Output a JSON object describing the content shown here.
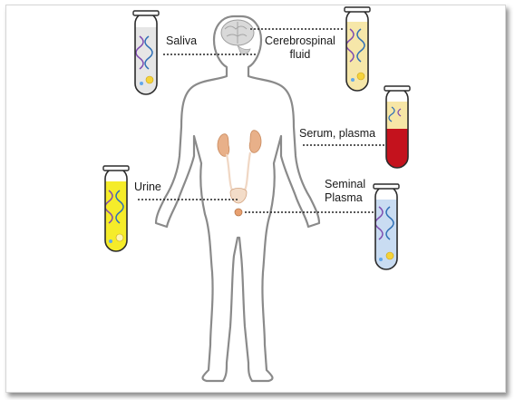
{
  "labels": {
    "saliva": "Saliva",
    "csf_line1": "Cerebrospinal",
    "csf_line2": "fluid",
    "serum": "Serum, plasma",
    "urine": "Urine",
    "seminal_line1": "Seminal",
    "seminal_line2": "Plasma"
  },
  "colors": {
    "body_outline": "#8a8a8a",
    "kidney": "#e8b089",
    "ureter": "#f0d7c4",
    "brain": "#c9c9c9",
    "saliva_tube": "#e6e6e6",
    "csf_tube": "#f6e7a9",
    "serum_top": "#f7e6a6",
    "serum_bottom": "#c4121d",
    "urine_tube": "#f5ec2a",
    "seminal_tube": "#c9dcf2",
    "dna_blue": "#2e6fb6",
    "dna_purple": "#7e4bb0"
  }
}
